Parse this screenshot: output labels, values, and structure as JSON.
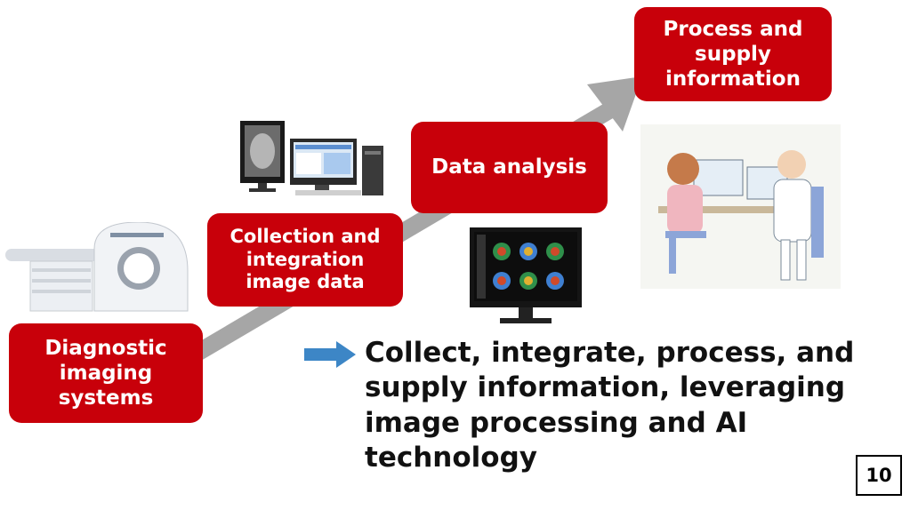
{
  "stages": {
    "diagnostic": "Diagnostic\nimaging\nsystems",
    "collection": "Collection and\nintegration\nimage data",
    "analysis": "Data analysis",
    "process": "Process and\nsupply\ninformation"
  },
  "summary": "Collect, integrate, process, and supply information, leveraging image processing and AI technology",
  "page_number": "10",
  "colors": {
    "stage_box": "#c8000a",
    "progress_arrow": "#a6a6a6",
    "bullet_arrow": "#3d86c6"
  }
}
